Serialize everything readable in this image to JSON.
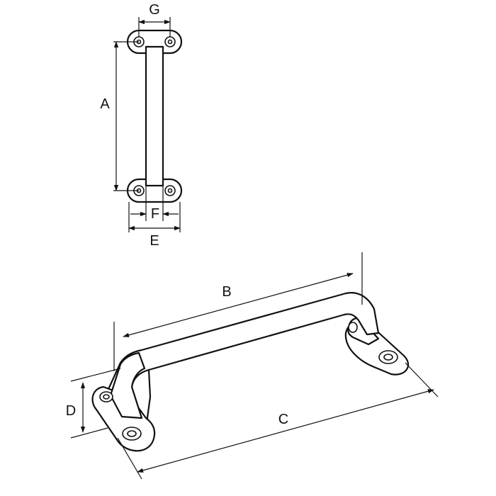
{
  "colors": {
    "line": "#111111",
    "background": "#ffffff"
  },
  "labels": {
    "a": "A",
    "b": "B",
    "c": "C",
    "d": "D",
    "e": "E",
    "f": "F",
    "g": "G"
  }
}
